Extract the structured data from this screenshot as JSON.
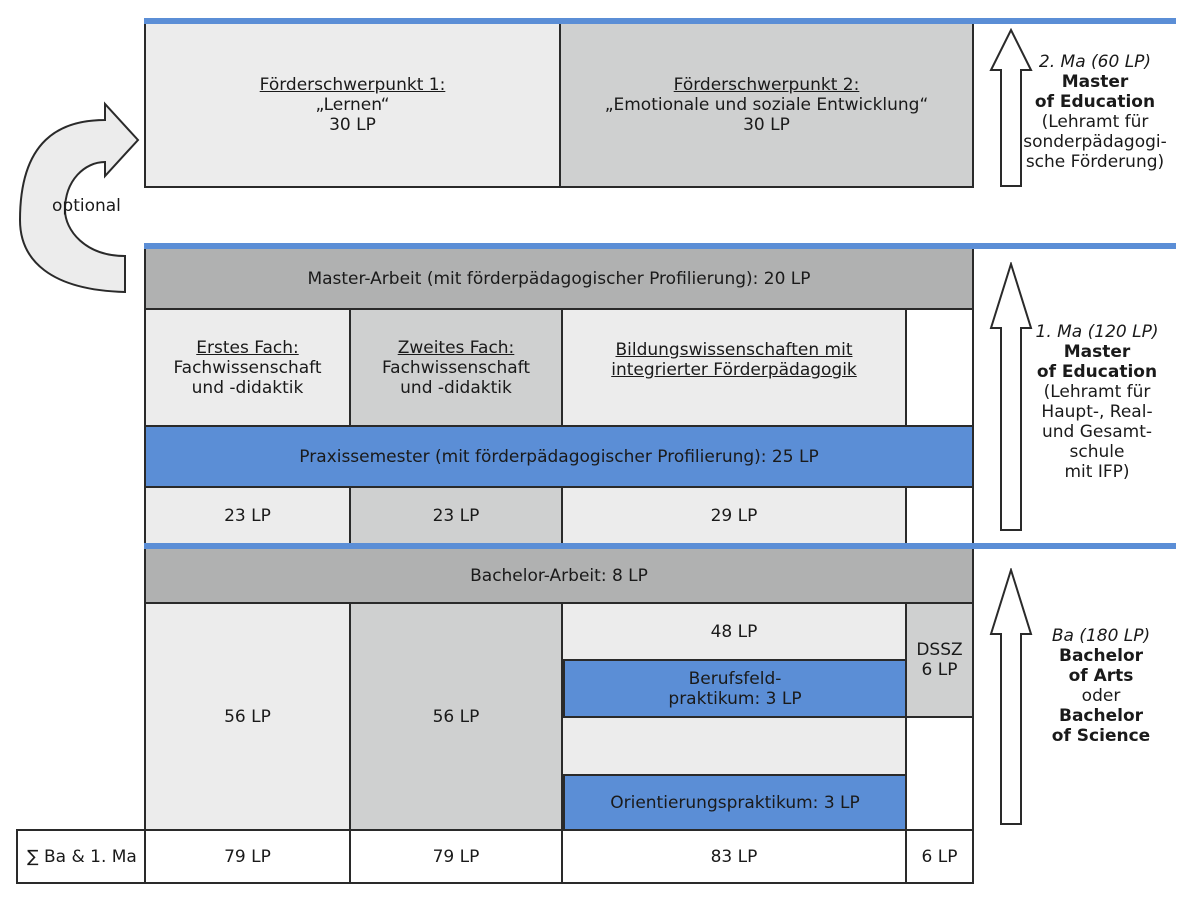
{
  "master2": {
    "fsp1": {
      "title": "Förderschwerpunkt 1:",
      "name": "„Lernen“",
      "lp": "30 LP"
    },
    "fsp2": {
      "title": "Förderschwerpunkt 2:",
      "name": "„Emotionale und soziale Entwicklung“",
      "lp": "30 LP"
    },
    "side": {
      "range": "2. Ma (60 LP)",
      "deg1": "Master",
      "deg2": "of Education",
      "desc": [
        "(Lehramt für",
        "sonderpädagogi-",
        "sche Förderung)"
      ]
    }
  },
  "optional_label": "optional",
  "master1": {
    "thesis": "Master-Arbeit (mit förderpädagogischer Profilierung): 20 LP",
    "fach1": {
      "title": "Erstes Fach:",
      "line2": "Fachwissenschaft",
      "line3": "und -didaktik"
    },
    "fach2": {
      "title": "Zweites Fach:",
      "line2": "Fachwissenschaft",
      "line3": "und -didaktik"
    },
    "bw": {
      "line1": "Bildungswissenschaften mit",
      "line2": "integrierter Förderpädagogik"
    },
    "praxis": "Praxissemester (mit förderpädagogischer Profilierung): 25 LP",
    "lp": [
      "23 LP",
      "23 LP",
      "29 LP"
    ],
    "side": {
      "range": "1. Ma (120 LP)",
      "deg1": "Master",
      "deg2": "of Education",
      "desc": [
        "(Lehramt für",
        "Haupt-, Real-",
        "und Gesamt-",
        "schule",
        "mit IFP)"
      ]
    }
  },
  "bachelor": {
    "thesis": "Bachelor-Arbeit: 8 LP",
    "lp1": "56 LP",
    "lp2": "56 LP",
    "bw_lp": "48 LP",
    "berufsfeld": {
      "line1": "Berufsfeld-",
      "line2": "praktikum: 3 LP"
    },
    "orientierung": "Orientierungspraktikum: 3 LP",
    "dssz": {
      "line1": "DSSZ",
      "line2": "6 LP"
    },
    "side": {
      "range": "Ba (180 LP)",
      "deg1": "Bachelor",
      "deg2": "of Arts",
      "or": "oder",
      "deg3": "Bachelor",
      "deg4": "of Science"
    }
  },
  "sum": {
    "label": "∑ Ba & 1. Ma",
    "values": [
      "79 LP",
      "79 LP",
      "83 LP",
      "6 LP"
    ]
  },
  "colors": {
    "blue": "#5b8ed6",
    "light": "#ececec",
    "mid": "#cfd0d0",
    "dark": "#b0b1b1"
  }
}
